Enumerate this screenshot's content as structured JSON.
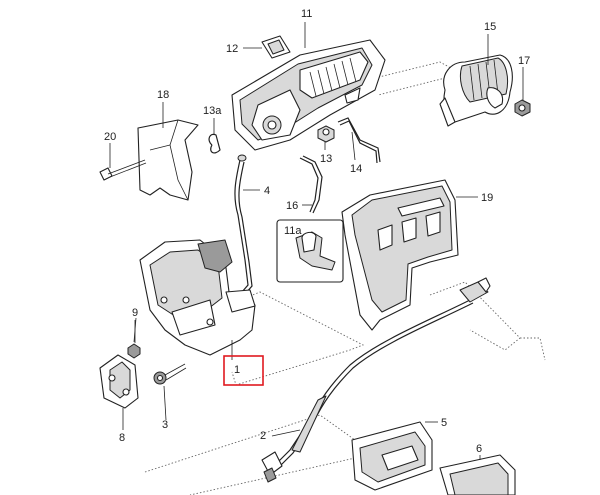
{
  "diagram": {
    "callouts": [
      {
        "id": "c1",
        "label": "1"
      },
      {
        "id": "c2",
        "label": "2"
      },
      {
        "id": "c3",
        "label": "3"
      },
      {
        "id": "c4",
        "label": "4"
      },
      {
        "id": "c5",
        "label": "5"
      },
      {
        "id": "c6",
        "label": "6"
      },
      {
        "id": "c8",
        "label": "8"
      },
      {
        "id": "c9",
        "label": "9"
      },
      {
        "id": "c11",
        "label": "11"
      },
      {
        "id": "c11a",
        "label": "11a"
      },
      {
        "id": "c12",
        "label": "12"
      },
      {
        "id": "c13",
        "label": "13"
      },
      {
        "id": "c13a",
        "label": "13a"
      },
      {
        "id": "c14",
        "label": "14"
      },
      {
        "id": "c15",
        "label": "15"
      },
      {
        "id": "c16",
        "label": "16"
      },
      {
        "id": "c17",
        "label": "17"
      },
      {
        "id": "c18",
        "label": "18"
      },
      {
        "id": "c19",
        "label": "19"
      },
      {
        "id": "c20",
        "label": "20"
      }
    ],
    "highlight_color": "#e0191f",
    "highlighted_callout": "1"
  }
}
